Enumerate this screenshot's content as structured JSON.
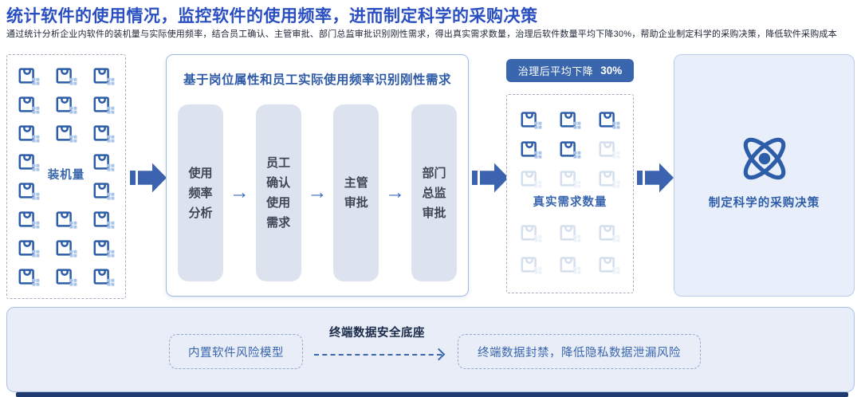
{
  "header": {
    "title": "统计软件的使用情况，监控软件的使用频率，进而制定科学的采购决策",
    "subtitle": "通过统计分析企业内软件的装机量与实际使用频率，结合员工确认、主管审批、部门总监审批识别刚性需求，得出真实需求数量，治理后软件数量平均下降30%，帮助企业制定科学的采购决策，降低软件采购成本"
  },
  "install_box": {
    "label": "装机量",
    "grid": [
      [
        "i",
        "i",
        "i"
      ],
      [
        "i",
        "i",
        "i"
      ],
      [
        "i",
        "i",
        "i"
      ],
      [
        "i",
        "",
        "i"
      ],
      [
        "i",
        "",
        "i"
      ],
      [
        "i",
        "i",
        "i"
      ],
      [
        "i",
        "i",
        "i"
      ],
      [
        "i",
        "i",
        "i"
      ]
    ]
  },
  "flow_box": {
    "title": "基于岗位属性和员工实际使用频率识别刚性需求",
    "steps": [
      "使用频率分析",
      "员工确认使用需求",
      "主管审批",
      "部门总监审批"
    ],
    "arrow_glyph": "→"
  },
  "governance": {
    "badge_label": "治理后平均下降",
    "badge_value": "30%"
  },
  "demand_box": {
    "label": "真实需求数量",
    "grid_top": [
      [
        "s",
        "s",
        "s"
      ],
      [
        "s",
        "s",
        "f"
      ],
      [
        "f",
        "f",
        "f"
      ]
    ],
    "grid_bottom": [
      [
        "f",
        "f",
        "f"
      ],
      [
        "f",
        "f",
        "f"
      ]
    ]
  },
  "decision_box": {
    "label": "制定科学的采购决策"
  },
  "foundation": {
    "title": "终端数据安全底座",
    "left_pill": "内置软件风险模型",
    "right_pill": "终端数据封禁，降低隐私数据泄漏风险"
  },
  "icons": {
    "app_icon": "app-package-icon",
    "atom_icon": "atom-icon",
    "big_arrow": "chunky-right-arrow-icon"
  },
  "colors": {
    "title_blue": "#2a4fc0",
    "accent_blue": "#3a66ad",
    "deep_blue": "#2d5da8",
    "arrow_blue": "#3c63b0",
    "pill_gray_blue": "#dce3ef",
    "panel_light_blue": "#e8edf7",
    "decision_bg": "#e9effa",
    "slide_edge_navy": "#1e3a6e"
  }
}
